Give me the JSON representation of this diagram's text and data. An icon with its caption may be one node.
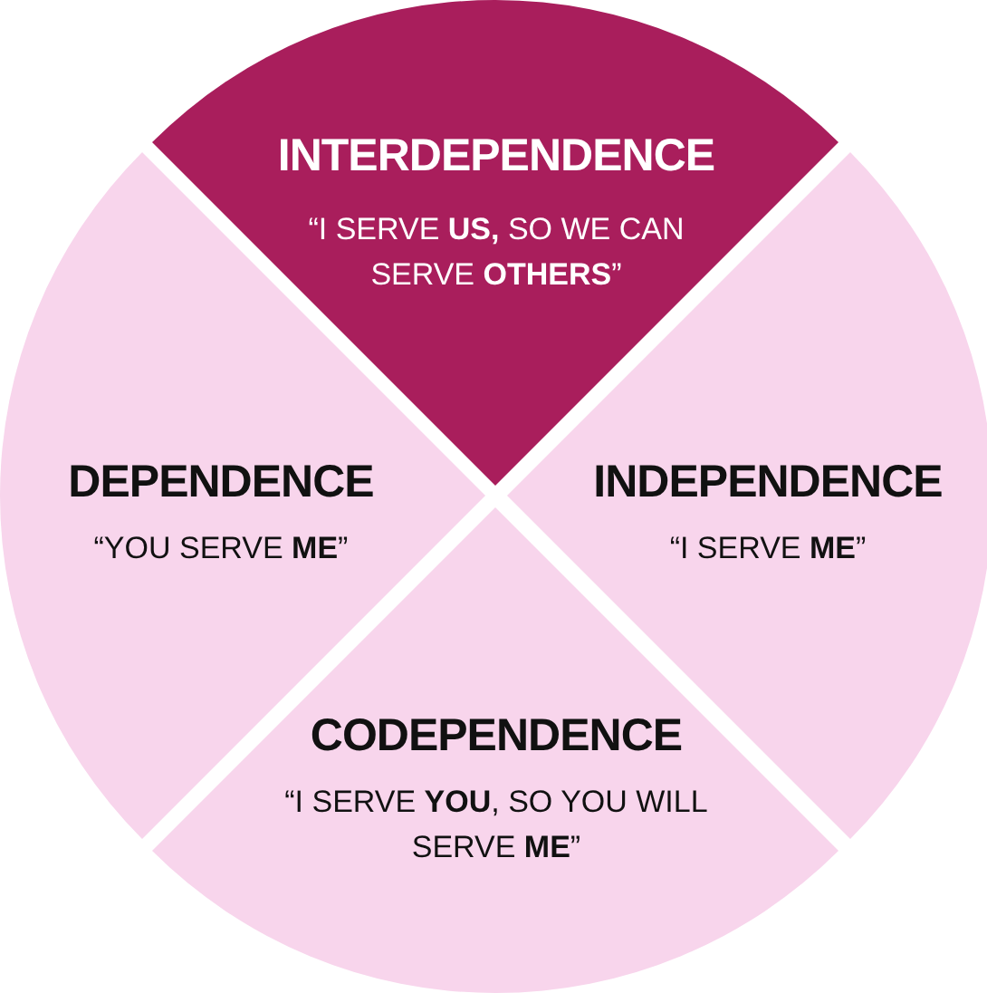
{
  "diagram": {
    "nodes": [
      {
        "text": [
          "INTERDEPENDENCE",
          "“I SERVE **US,** SO WE CAN SERVE **OTHERS**”"
        ]
      },
      {
        "text": [
          "DEPENDENCE",
          "“YOU SERVE **ME**”"
        ]
      },
      {
        "text": [
          "INDEPENDENCE",
          "“I SERVE **ME**”"
        ]
      },
      {
        "text": [
          "CODEPENDENCE",
          "“I SERVE **YOU**, SO YOU WILL SERVE **ME**”"
        ]
      }
    ]
  }
}
